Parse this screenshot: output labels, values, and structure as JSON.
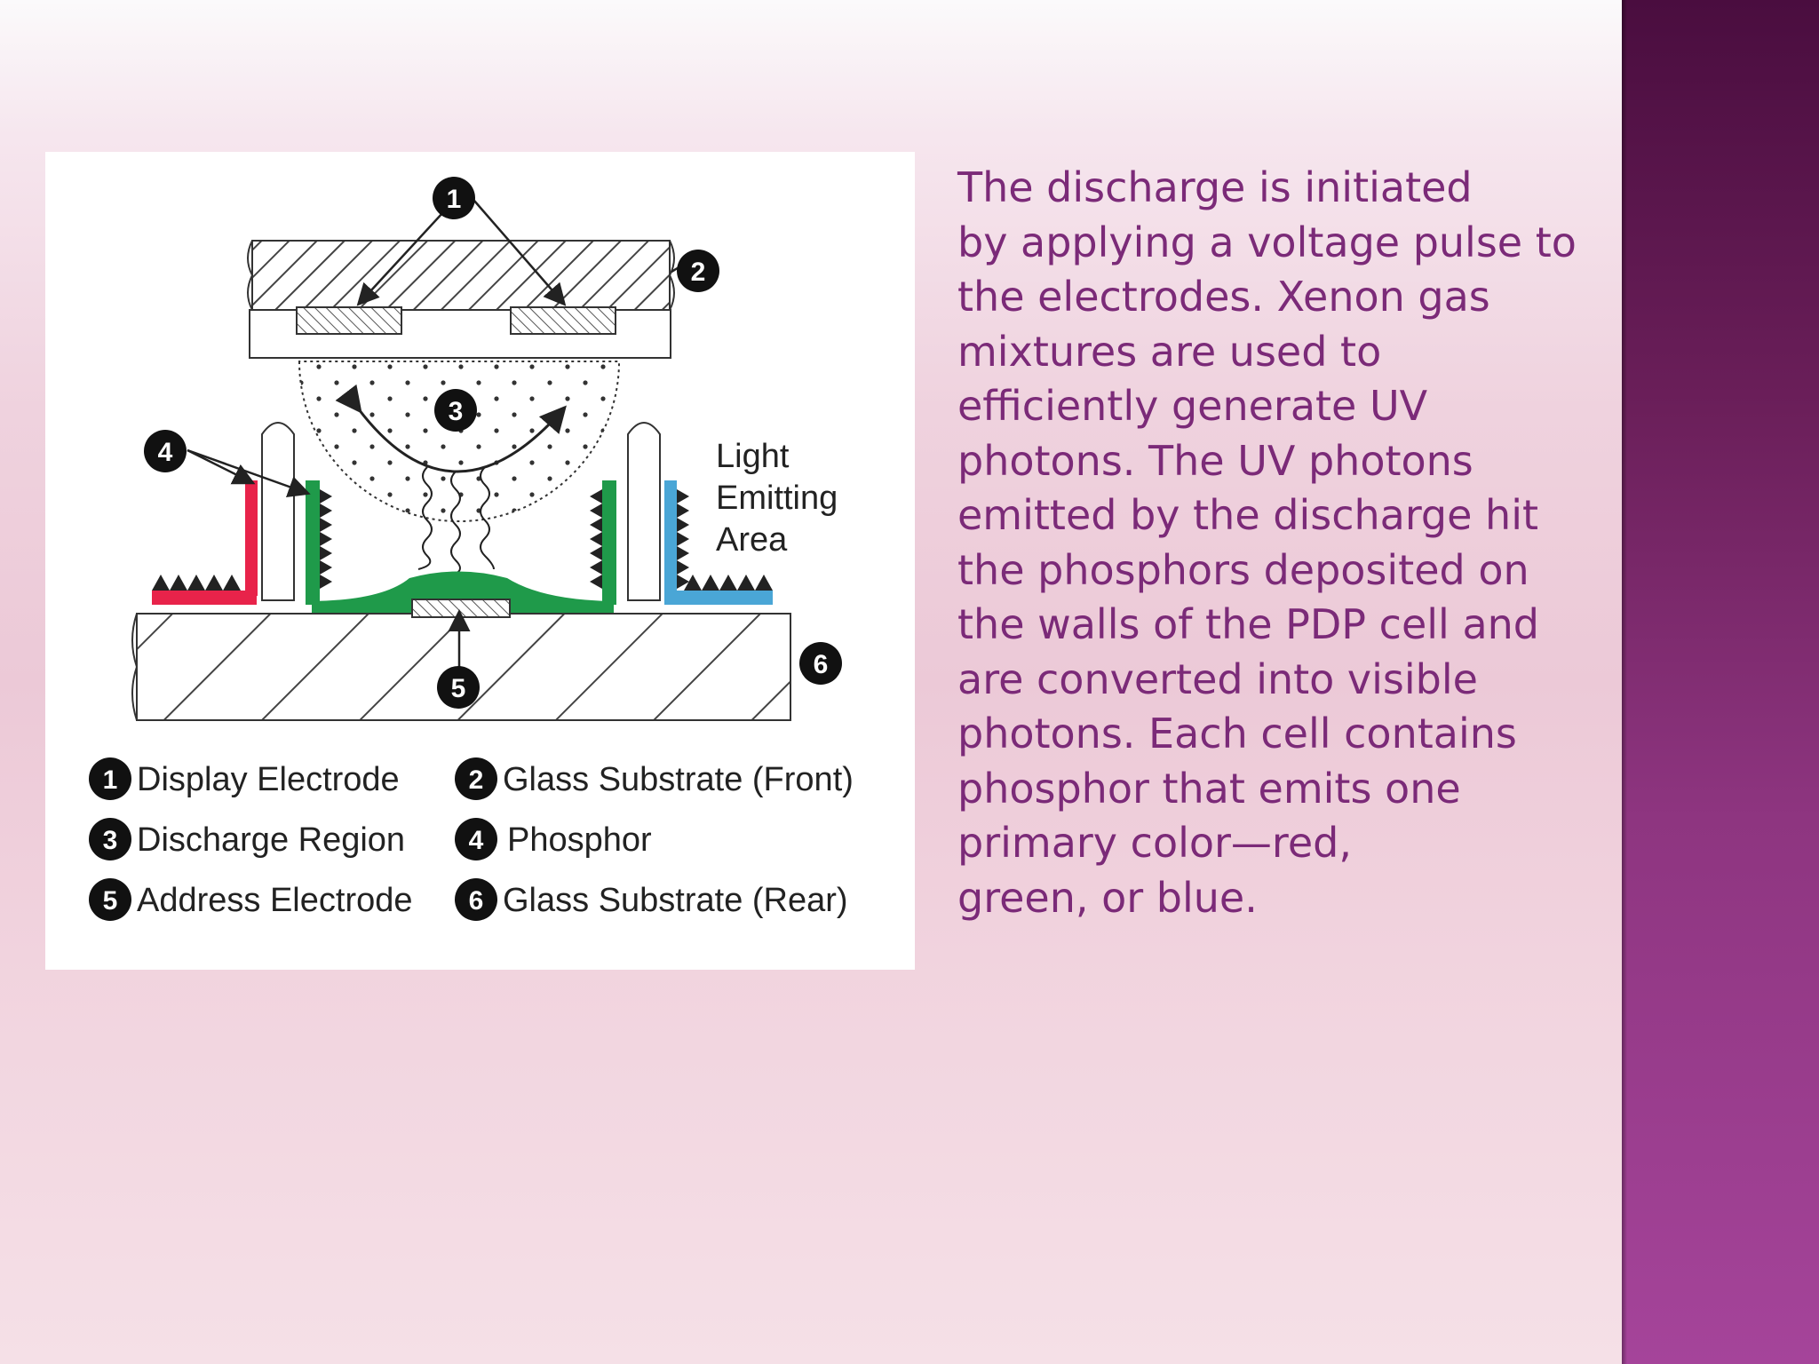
{
  "diagram": {
    "markers": [
      "1",
      "2",
      "3",
      "4",
      "5",
      "6"
    ],
    "light_label": [
      "Light",
      "Emitting",
      "Area"
    ],
    "legend": [
      {
        "num": "1",
        "label": "Display Electrode"
      },
      {
        "num": "2",
        "label": "Glass Substrate (Front)"
      },
      {
        "num": "3",
        "label": "Discharge Region"
      },
      {
        "num": "4",
        "label": "Phosphor"
      },
      {
        "num": "5",
        "label": "Address Electrode"
      },
      {
        "num": "6",
        "label": "Glass Substrate (Rear)"
      }
    ],
    "colors": {
      "red": "#e8234a",
      "green": "#1f9a4a",
      "blue": "#4aa6d6"
    }
  },
  "body": {
    "lines": [
      "The discharge is initiated",
      "by applying a voltage pulse to",
      "the electrodes. Xenon gas",
      "mixtures are used to",
      "efficiently generate UV",
      "photons. The UV photons",
      "emitted by the discharge hit",
      "the phosphors deposited on",
      "the walls of the PDP cell and",
      "are converted into visible",
      "photons. Each cell contains",
      "phosphor that emits one",
      "primary color—red,",
      "green, or blue."
    ]
  }
}
